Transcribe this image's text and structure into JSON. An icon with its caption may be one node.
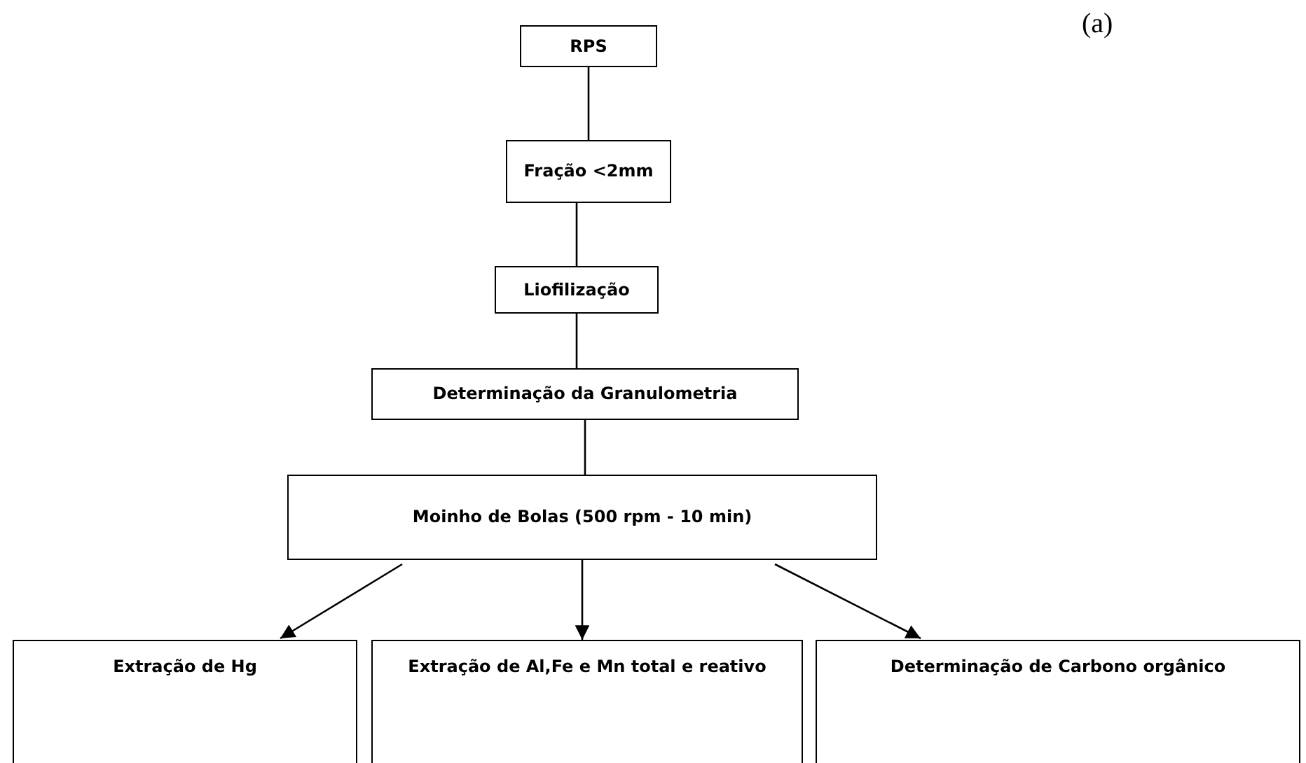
{
  "diagram": {
    "nodes": [
      {
        "text": [
          "RPS"
        ]
      },
      {
        "text": [
          "Fração <2mm"
        ]
      },
      {
        "text": [
          "Liofilização"
        ]
      },
      {
        "text": [
          "Determinação da Granulometria"
        ]
      },
      {
        "text": [
          "Moinho de Bolas (500 rpm - 10 min)"
        ]
      },
      {
        "text": [
          "Extração de Hg"
        ]
      },
      {
        "text": [
          "Extração de Al,Fe e Mn total e reativo"
        ]
      },
      {
        "text": [
          "Determinação de Carbono orgânico"
        ]
      }
    ],
    "edges": [
      {
        "from": 0,
        "to": 1,
        "arrow": "none"
      },
      {
        "from": 1,
        "to": 2,
        "arrow": "none"
      },
      {
        "from": 2,
        "to": 3,
        "arrow": "none"
      },
      {
        "from": 3,
        "to": 4,
        "arrow": "none"
      },
      {
        "from": 4,
        "to": 5,
        "arrow": "to"
      },
      {
        "from": 4,
        "to": 6,
        "arrow": "to"
      },
      {
        "from": 4,
        "to": 7,
        "arrow": "to"
      }
    ],
    "labels": [
      "(a)"
    ]
  }
}
